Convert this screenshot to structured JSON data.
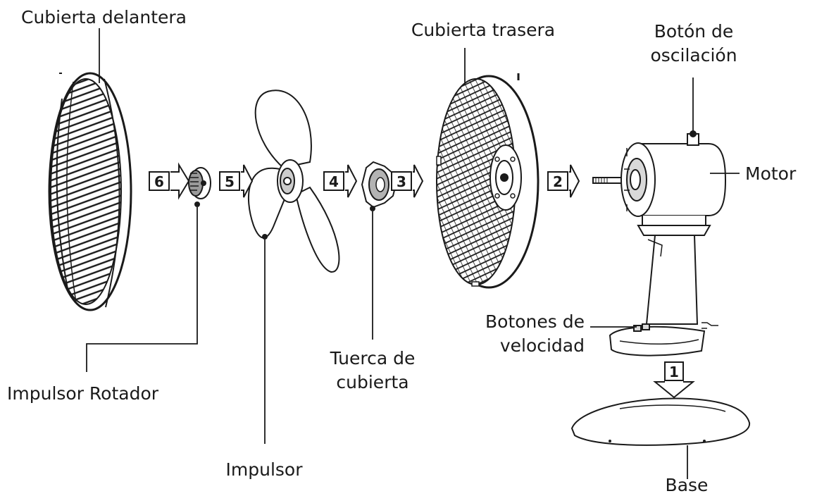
{
  "labels": {
    "front_cover": "Cubierta delantera",
    "back_cover": "Cubierta trasera",
    "oscillation_button_line1": "Botón de",
    "oscillation_button_line2": "oscilación",
    "motor": "Motor",
    "speed_buttons_line1": "Botones de",
    "speed_buttons_line2": "velocidad",
    "spinner": "Impulsor Rotador",
    "impeller": "Impulsor",
    "cover_nut_line1": "Tuerca de",
    "cover_nut_line2": "cubierta",
    "base": "Base"
  },
  "steps": [
    "1",
    "2",
    "3",
    "4",
    "5",
    "6"
  ],
  "colors": {
    "line": "#1a1a1a",
    "background": "#ffffff",
    "fill_light": "#ffffff",
    "fill_gray": "#d9d9d9"
  }
}
